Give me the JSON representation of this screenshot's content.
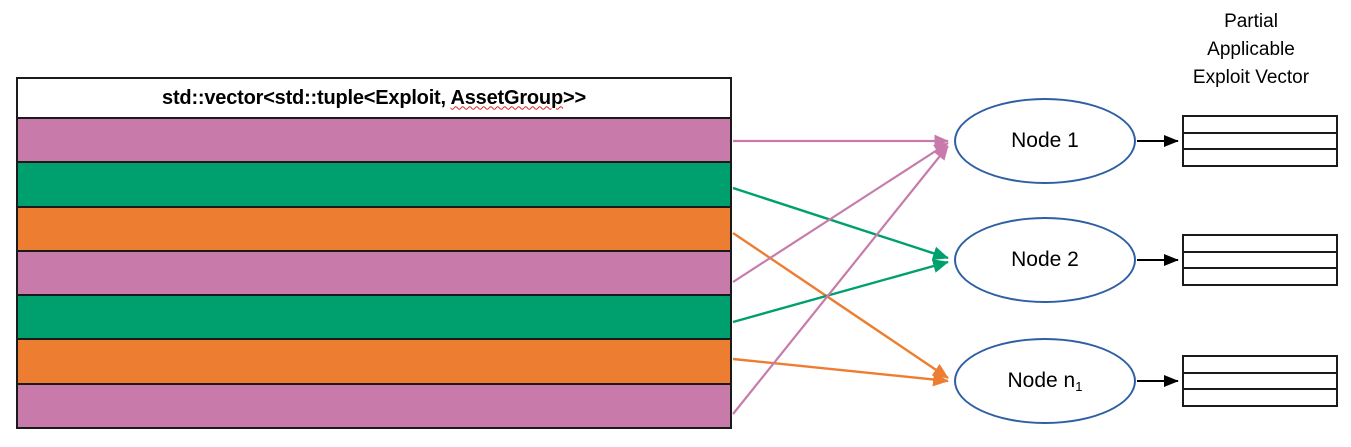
{
  "diagram": {
    "title": "Partial applicable exploit vector distribution across nodes",
    "colors": {
      "pink": "#C87BAB",
      "green": "#00A06E",
      "orange": "#ED7D31",
      "node_stroke": "#2E5FA3",
      "table_stroke": "#1a1a1a",
      "arrow_black": "#000000",
      "spellcheck_underline": "#e02020"
    }
  },
  "vector_table": {
    "header_prefix": "std::vector<std::tuple<Exploit, ",
    "header_misspelled": "AssetGroup",
    "header_suffix": ">>",
    "header_full": "std::vector<std::tuple<Exploit, AssetGroup>>",
    "rows": [
      {
        "index": 1,
        "color": "#C87BAB",
        "color_name": "pink",
        "target_node": "Node 1"
      },
      {
        "index": 2,
        "color": "#00A06E",
        "color_name": "green",
        "target_node": "Node 2"
      },
      {
        "index": 3,
        "color": "#ED7D31",
        "color_name": "orange",
        "target_node": "Node n1"
      },
      {
        "index": 4,
        "color": "#C87BAB",
        "color_name": "pink",
        "target_node": "Node 1"
      },
      {
        "index": 5,
        "color": "#00A06E",
        "color_name": "green",
        "target_node": "Node 2"
      },
      {
        "index": 6,
        "color": "#ED7D31",
        "color_name": "orange",
        "target_node": "Node n1"
      },
      {
        "index": 7,
        "color": "#C87BAB",
        "color_name": "pink",
        "target_node": "Node 1"
      }
    ]
  },
  "nodes": [
    {
      "id": "node-1",
      "label_main": "Node 1",
      "label_sub": ""
    },
    {
      "id": "node-2",
      "label_main": "Node 2",
      "label_sub": ""
    },
    {
      "id": "node-3",
      "label_main": "Node n",
      "label_sub": "1"
    }
  ],
  "output_vectors": {
    "caption_line_1": "Partial",
    "caption_line_2": "Applicable",
    "caption_line_3": "Exploit Vector",
    "caption_full": "Partial Applicable Exploit Vector",
    "cells_per_vector": 3,
    "vectors": [
      {
        "id": "pae-vector-1",
        "from_node": "Node 1",
        "cells": [
          "",
          "",
          ""
        ]
      },
      {
        "id": "pae-vector-2",
        "from_node": "Node 2",
        "cells": [
          "",
          "",
          ""
        ]
      },
      {
        "id": "pae-vector-3",
        "from_node": "Node n1",
        "cells": [
          "",
          "",
          ""
        ]
      }
    ]
  },
  "edges": [
    {
      "from_row": 1,
      "to_node": "Node 1",
      "color": "#C87BAB"
    },
    {
      "from_row": 2,
      "to_node": "Node 2",
      "color": "#00A06E"
    },
    {
      "from_row": 3,
      "to_node": "Node n1",
      "color": "#ED7D31"
    },
    {
      "from_row": 4,
      "to_node": "Node 1",
      "color": "#C87BAB"
    },
    {
      "from_row": 5,
      "to_node": "Node 2",
      "color": "#00A06E"
    },
    {
      "from_row": 6,
      "to_node": "Node n1",
      "color": "#ED7D31"
    },
    {
      "from_row": 7,
      "to_node": "Node 1",
      "color": "#C87BAB"
    }
  ]
}
